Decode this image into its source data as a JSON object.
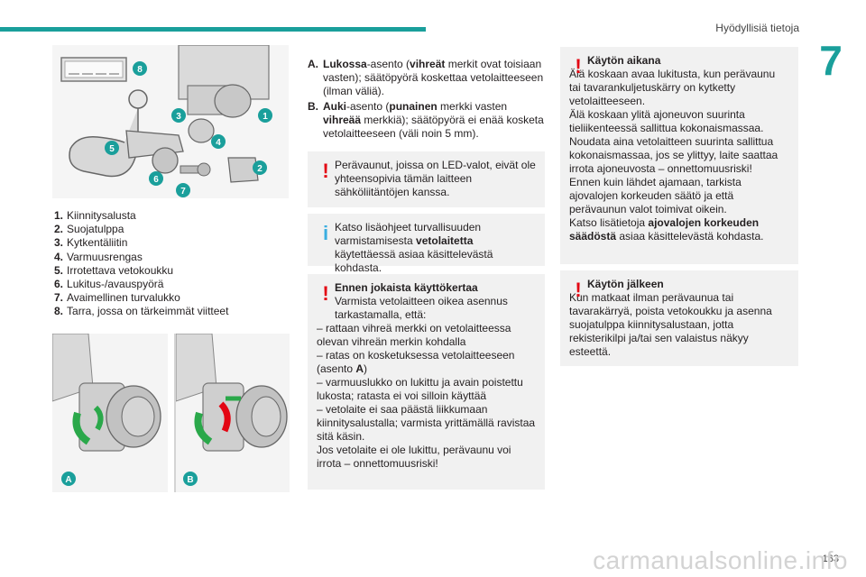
{
  "header": {
    "section_title": "Hyödyllisiä tietoja",
    "chapter_number": "7",
    "accent_color": "#1a9f9b"
  },
  "diagram": {
    "callouts": [
      "1",
      "2",
      "3",
      "4",
      "5",
      "6",
      "7",
      "8"
    ],
    "callout_color": "#1a9f9b"
  },
  "legend": [
    {
      "num": "1.",
      "text": "Kiinnitysalusta"
    },
    {
      "num": "2.",
      "text": "Suojatulppa"
    },
    {
      "num": "3.",
      "text": "Kytkentäliitin"
    },
    {
      "num": "4.",
      "text": "Varmuusrengas"
    },
    {
      "num": "5.",
      "text": "Irrotettava vetokoukku"
    },
    {
      "num": "6.",
      "text": "Lukitus-/avauspyörä"
    },
    {
      "num": "7.",
      "text": "Avaimellinen turvalukko"
    },
    {
      "num": "8.",
      "text": "Tarra, jossa on tärkeimmät viitteet"
    }
  ],
  "pictures": {
    "a_label": "A",
    "b_label": "B"
  },
  "positions": {
    "a": {
      "label": "A.",
      "bold1": "Lukossa",
      "t1": "-asento (",
      "bold2": "vihreät",
      "t2": " merkit ovat toisiaan vasten); säätöpyörä koskettaa vetolaitteeseen (ilman väliä)."
    },
    "b": {
      "label": "B.",
      "bold1": "Auki",
      "t1": "-asento (",
      "bold2": "punainen",
      "t2": " merkki vasten ",
      "bold3": "vihreää",
      "t3": " merkkiä); säätöpyörä ei enää kosketa vetolaitteeseen (väli noin 5 mm)."
    }
  },
  "notes": {
    "led": {
      "icon": "!",
      "text": "Perävaunut, joissa on LED-valot, eivät ole yhteensopivia tämän laitteen sähköliitäntöjen kanssa."
    },
    "info": {
      "icon": "i",
      "t1": "Katso lisäohjeet turvallisuuden varmistamisesta ",
      "bold": "vetolaitetta",
      "t2": " käytettäessä asiaa käsittelevästä kohdasta."
    },
    "before": {
      "icon": "!",
      "title": "Ennen jokaista käyttökertaa",
      "intro": "Varmista vetolaitteen oikea asennus tarkastamalla, että:",
      "line1": "– rattaan vihreä merkki on vetolaitteessa olevan vihreän merkin kohdalla",
      "line2a": "– ratas on kosketuksessa vetolaitteeseen (asento ",
      "line2b": "A",
      "line2c": ")",
      "line3": "– varmuuslukko on lukittu ja avain poistettu lukosta; ratasta ei voi silloin käyttää",
      "line4": "– vetolaite ei saa päästä liikkumaan kiinnitysalustalla; varmista yrittämällä ravistaa sitä käsin.",
      "outro": "Jos vetolaite ei ole lukittu, perävaunu voi irrota – onnettomuusriski!"
    },
    "during": {
      "icon": "!",
      "title": "Käytön aikana",
      "text1": "Älä koskaan avaa lukitusta, kun perävaunu tai tavarankuljetuskärry on kytketty vetolaitteeseen.",
      "text2": "Älä koskaan ylitä ajoneuvon suurinta tieliikenteessä sallittua kokonaismassaa. Noudata aina vetolaitteen suurinta sallittua kokonaismassaa, jos se ylittyy, laite saattaa irrota ajoneuvosta – onnettomuusriski!",
      "text3": "Ennen kuin lähdet ajamaan, tarkista ajovalojen korkeuden säätö ja että perävaunun valot toimivat oikein.",
      "text4a": "Katso lisätietoja ",
      "text4b": "ajovalojen korkeuden säädöstä",
      "text4c": " asiaa käsittelevästä kohdasta."
    },
    "after": {
      "icon": "!",
      "title": "Käytön jälkeen",
      "text": "Kun matkaat ilman perävaunua tai tavarakärryä, poista vetokoukku ja asenna suojatulppa kiinnitysalustaan, jotta rekisterikilpi ja/tai sen valaistus näkyy esteettä."
    }
  },
  "footer": {
    "page_number": "183",
    "watermark": "carmanualsonline.info"
  }
}
